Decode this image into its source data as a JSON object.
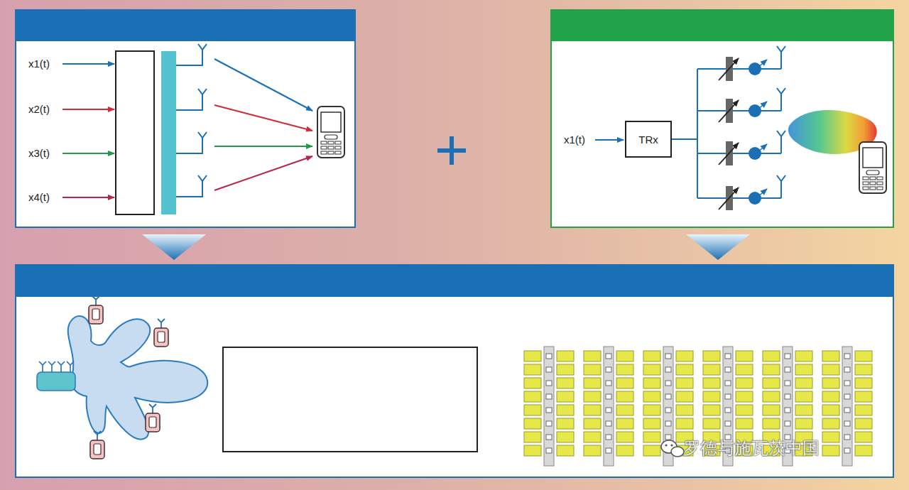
{
  "diagram": {
    "nodes": [
      {
        "text": [
          "TRx"
        ]
      }
    ],
    "labels": [
      "x1(t)",
      "x2(t)",
      "x3(t)",
      "x4(t)",
      "x1(t)",
      "罗德与施瓦茨中国"
    ]
  }
}
